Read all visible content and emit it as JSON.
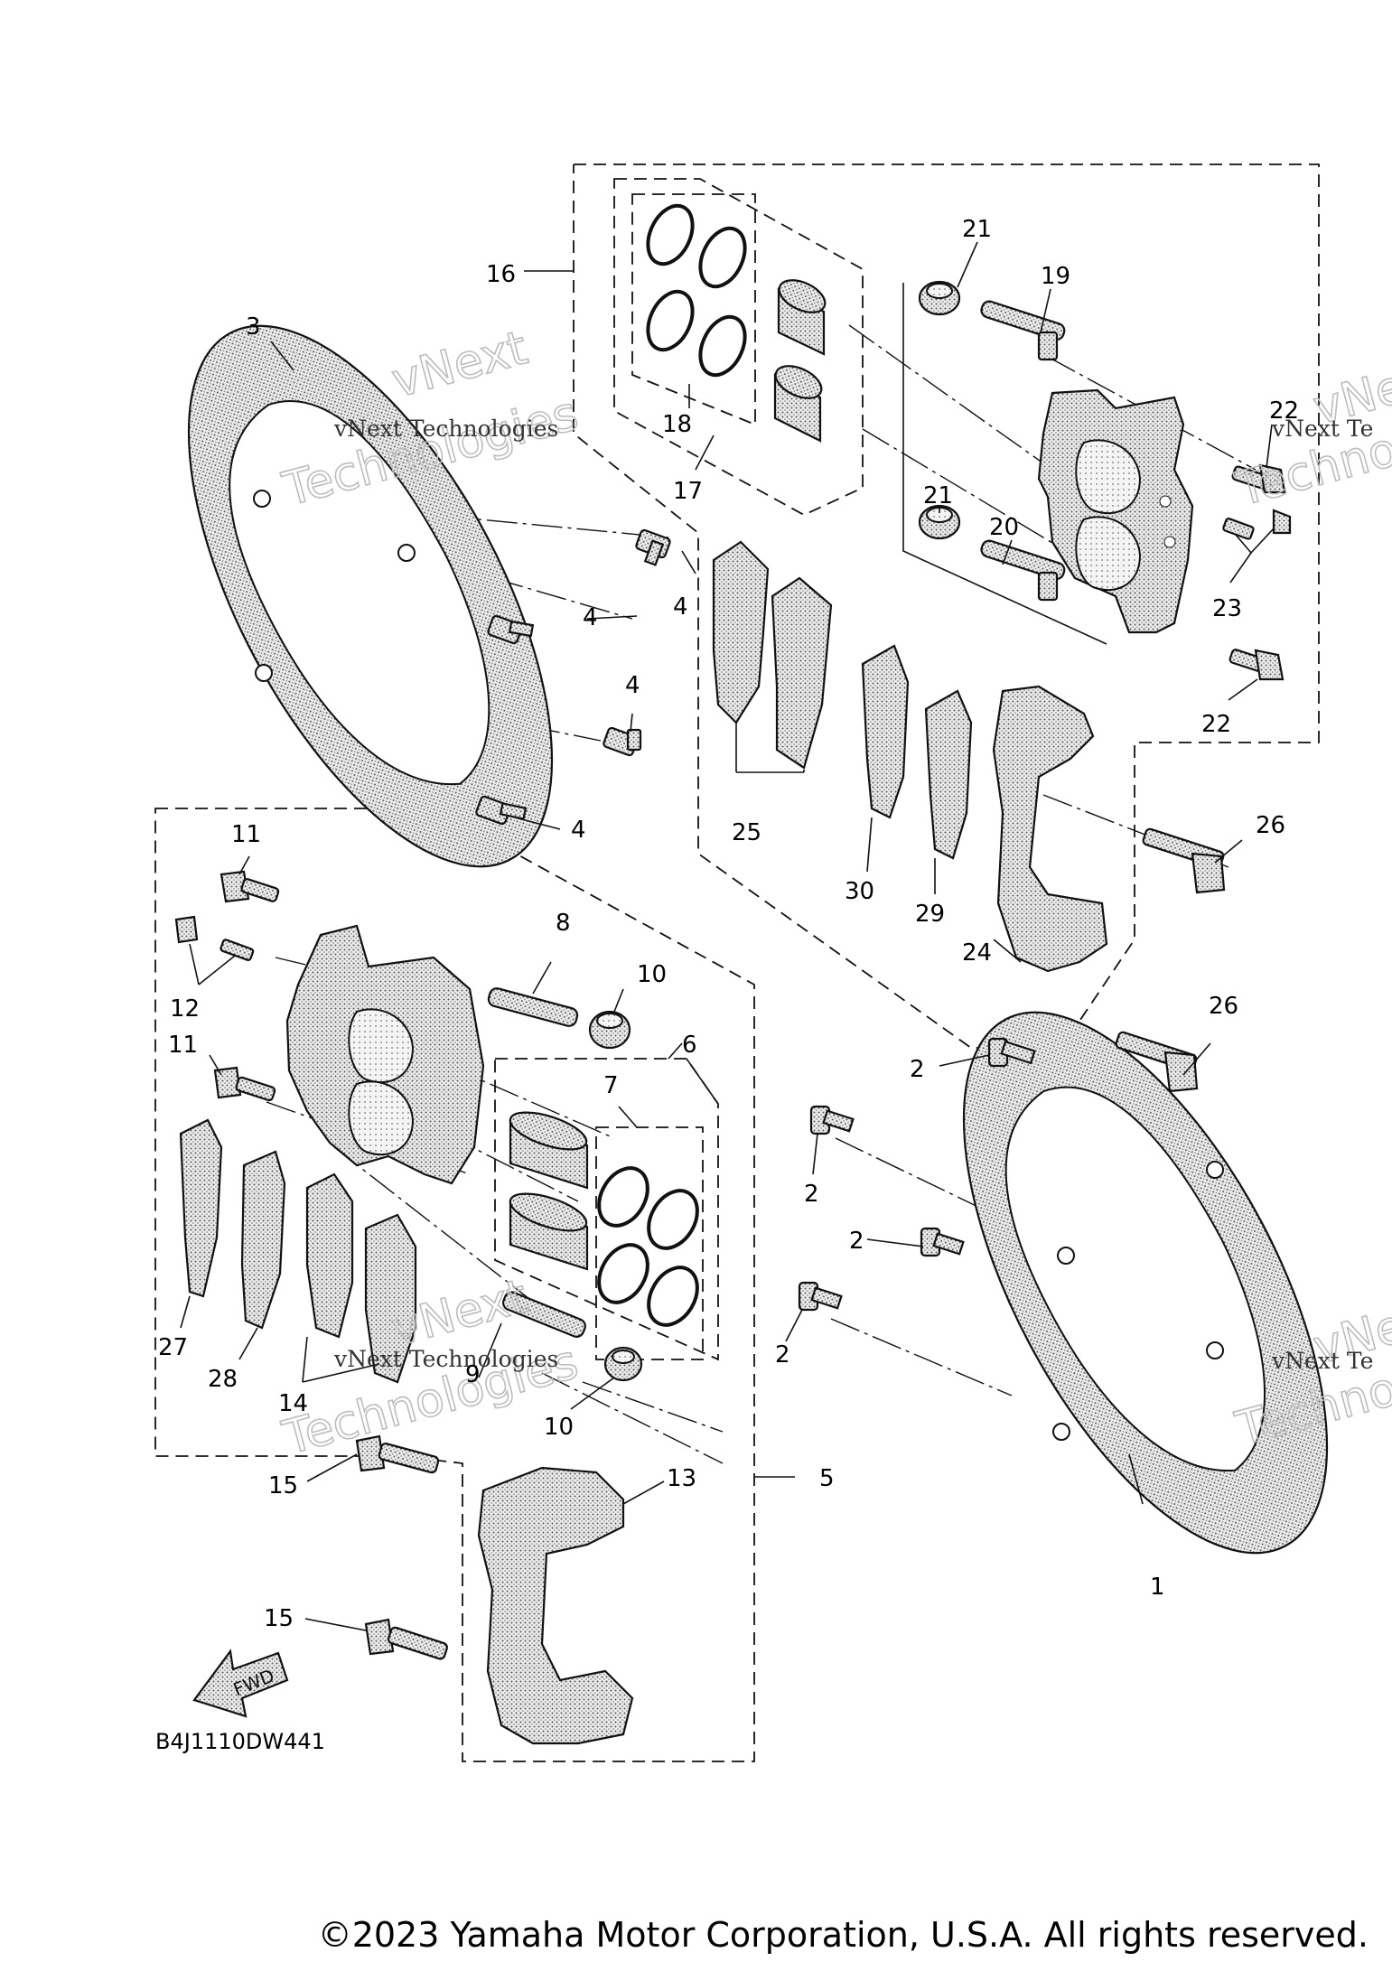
{
  "callouts": {
    "c1": "1",
    "c2a": "2",
    "c2b": "2",
    "c2c": "2",
    "c2d": "2",
    "c3": "3",
    "c4a": "4",
    "c4b": "4",
    "c4c": "4",
    "c4d": "4",
    "c5": "5",
    "c6": "6",
    "c7": "7",
    "c8": "8",
    "c9": "9",
    "c10a": "10",
    "c10b": "10",
    "c11a": "11",
    "c11b": "11",
    "c12": "12",
    "c13": "13",
    "c14": "14",
    "c15a": "15",
    "c15b": "15",
    "c16": "16",
    "c17": "17",
    "c18": "18",
    "c19": "19",
    "c20": "20",
    "c21a": "21",
    "c21b": "21",
    "c22a": "22",
    "c22b": "22",
    "c23": "23",
    "c24": "24",
    "c25": "25",
    "c26a": "26",
    "c26b": "26",
    "c27": "27",
    "c28": "28",
    "c29": "29",
    "c30": "30"
  },
  "fwd_label": "FWD",
  "diagram_code": "B4J1110DW441",
  "watermark": {
    "brand_line1": "vNext",
    "brand_line2": "Technologies",
    "small_text": "vNext Technologies",
    "small_text_cut": "vNext Te"
  },
  "copyright": "©2023 Yamaha Motor Corporation, U.S.A. All rights reserved."
}
